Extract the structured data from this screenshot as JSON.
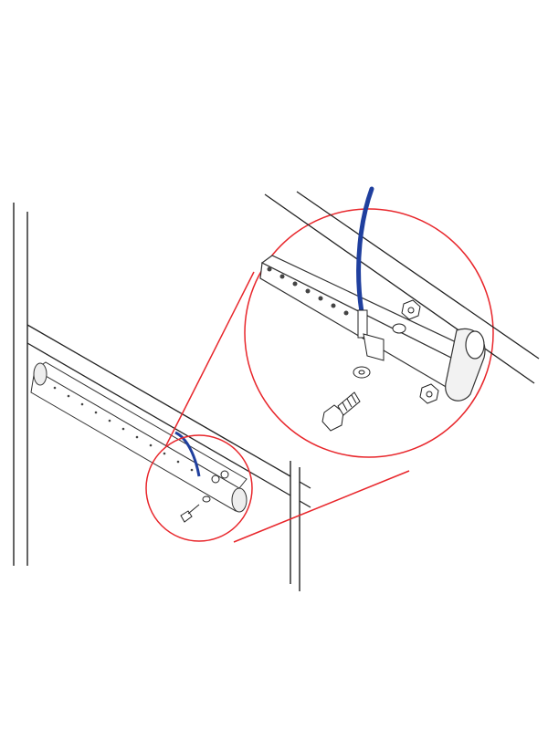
{
  "diagram": {
    "colors": {
      "line": "#222222",
      "callout": "#e8262b",
      "cable": "#1f3f9e",
      "background": "#ffffff"
    },
    "parts": [
      "left-post",
      "right-post",
      "rail",
      "bracket-bar",
      "ground-cable",
      "bolt",
      "washer",
      "nut",
      "end-cap"
    ]
  }
}
